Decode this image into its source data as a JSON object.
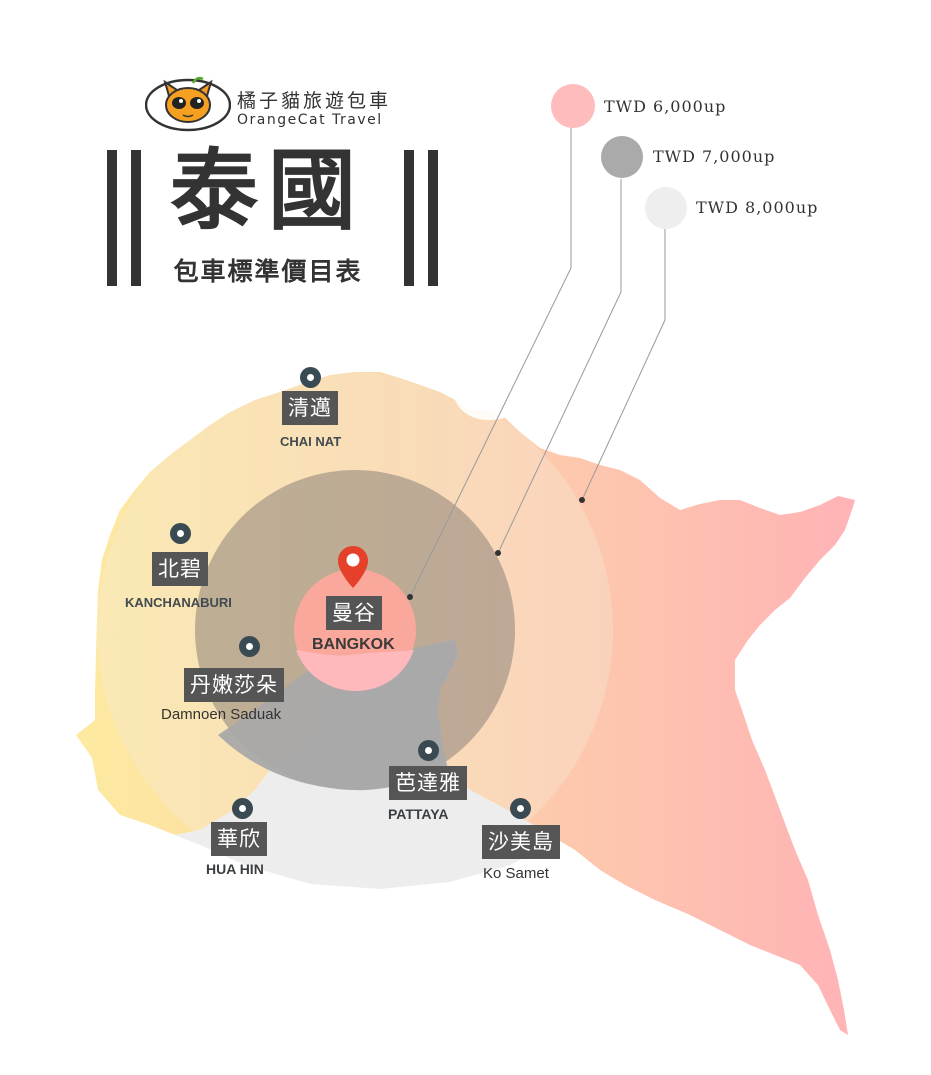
{
  "brand": {
    "name_zh": "橘子貓旅遊包車",
    "name_en": "OrangeCat Travel"
  },
  "title": {
    "main": "泰國",
    "sub": "包車標準價目表"
  },
  "legend": [
    {
      "label": "TWD 6,000up",
      "color": "#ffbcbc"
    },
    {
      "label": "TWD 7,000up",
      "color": "#aaaaaa"
    },
    {
      "label": "TWD 8,000up",
      "color": "#eeeeee"
    }
  ],
  "colors": {
    "zone_6000": "#ffb3b0",
    "zone_7000": "#9c9088",
    "zone_8000": "#ededed",
    "country_fill_left": "#fde9a2",
    "country_fill_right": "#ffb8b8",
    "marker": "#3a4a52",
    "label_bg": "#555555",
    "pin": "#e5412a"
  },
  "center": {
    "name_zh": "曼谷",
    "name_en": "BANGKOK",
    "icon": "location-pin-icon"
  },
  "places": [
    {
      "id": "chiang-mai",
      "name_zh": "清邁",
      "name_en": "CHAI NAT"
    },
    {
      "id": "kanchanaburi",
      "name_zh": "北碧",
      "name_en": "KANCHANABURI"
    },
    {
      "id": "damnoen-saduak",
      "name_zh": "丹嫩莎朵",
      "name_en": "Damnoen Saduak"
    },
    {
      "id": "pattaya",
      "name_zh": "芭達雅",
      "name_en": "PATTAYA"
    },
    {
      "id": "hua-hin",
      "name_zh": "華欣",
      "name_en": "HUA HIN"
    },
    {
      "id": "ko-samet",
      "name_zh": "沙美島",
      "name_en": "Ko Samet"
    }
  ]
}
